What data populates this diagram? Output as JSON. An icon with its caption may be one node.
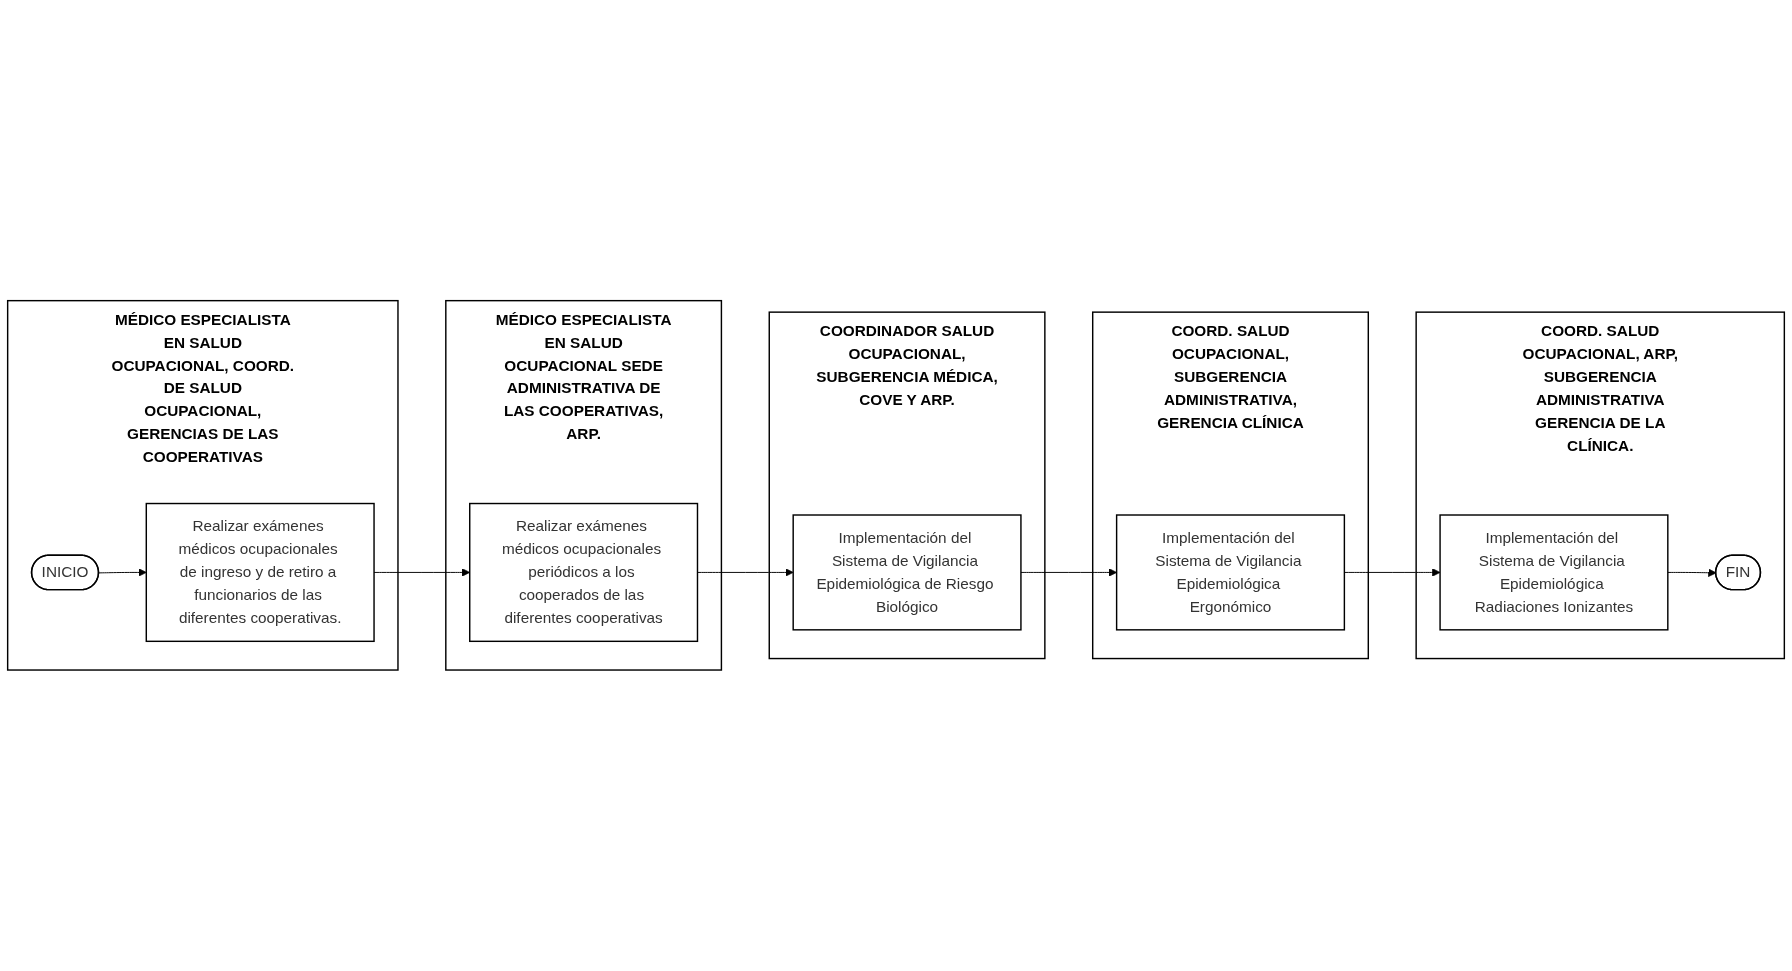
{
  "diagram": {
    "nodes": [
      {
        "text": [
          "MÉDICO ESPECIALISTA EN SALUD OCUPACIONAL, COORD. DE SALUD OCUPACIONAL, GERENCIAS DE LAS COOPERATIVAS"
        ]
      },
      {
        "text": [
          "INICIO"
        ],
        "in": 0
      },
      {
        "text": [
          "Realizar exámenes médicos ocupacionales de ingreso y de retiro a funcionarios de las diferentes cooperativas."
        ],
        "in": 0
      },
      {
        "text": [
          "MÉDICO ESPECIALISTA EN SALUD OCUPACIONAL SEDE ADMINISTRATIVA DE LAS COOPERATIVAS, ARP."
        ]
      },
      {
        "text": [
          "Realizar exámenes médicos ocupacionales periódicos a los cooperados de las diferentes cooperativas"
        ],
        "in": 3
      },
      {
        "text": [
          "COORDINADOR SALUD OCUPACIONAL, SUBGERENCIA MÉDICA, COVE Y ARP."
        ]
      },
      {
        "text": [
          "Implementación del Sistema de Vigilancia Epidemiológica de Riesgo Biológico"
        ],
        "in": 5
      },
      {
        "text": [
          "COORD. SALUD OCUPACIONAL, SUBGERENCIA ADMINISTRATIVA, GERENCIA CLÍNICA"
        ]
      },
      {
        "text": [
          "Implementación del Sistema de Vigilancia Epidemiológica Ergonómico"
        ],
        "in": 7
      },
      {
        "text": [
          "COORD. SALUD OCUPACIONAL, ARP, SUBGERENCIA ADMINISTRATIVA GERENCIA DE LA CLÍNICA."
        ]
      },
      {
        "text": [
          "Implementación del Sistema de Vigilancia Epidemiológica Radiaciones Ionizantes"
        ],
        "in": 9
      },
      {
        "text": [
          "FIN"
        ],
        "in": 9
      }
    ],
    "edges": [
      {
        "from": 1,
        "to": 2,
        "arrow": "to"
      },
      {
        "from": 2,
        "to": 4,
        "arrow": "to"
      },
      {
        "from": 4,
        "to": 6,
        "arrow": "to"
      },
      {
        "from": 6,
        "to": 8,
        "arrow": "to"
      },
      {
        "from": 8,
        "to": 10,
        "arrow": "to"
      },
      {
        "from": 10,
        "to": 11,
        "arrow": "to"
      }
    ]
  }
}
